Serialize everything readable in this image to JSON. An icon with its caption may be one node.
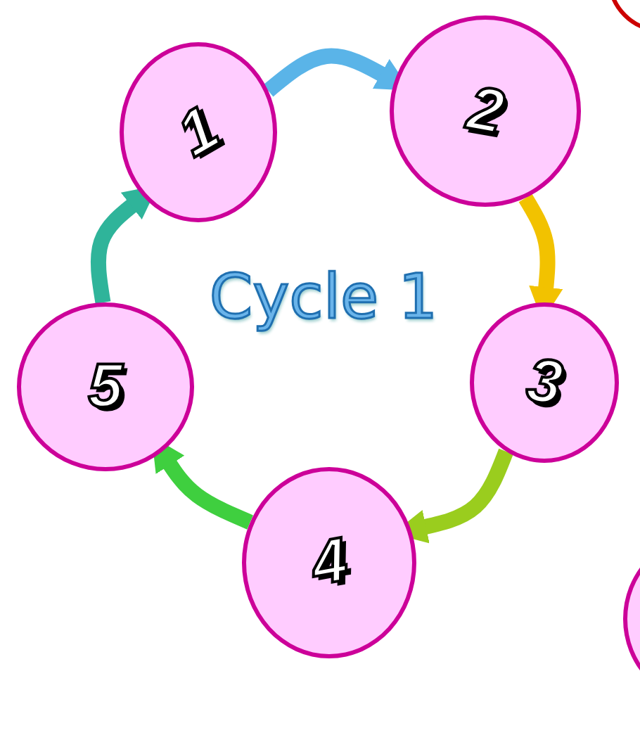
{
  "diagram": {
    "title": "Cycle 1",
    "nodes": [
      {
        "text": [
          "1"
        ]
      },
      {
        "text": [
          "2"
        ]
      },
      {
        "text": [
          "3"
        ]
      },
      {
        "text": [
          "4"
        ]
      },
      {
        "text": [
          "5"
        ]
      },
      {
        "text": [],
        "shape": "circle"
      },
      {
        "text": [],
        "shape": "circle"
      }
    ],
    "edges": [
      {
        "from": 0,
        "to": 1,
        "arrow": "to",
        "color": "#5ab4e8"
      },
      {
        "from": 1,
        "to": 2,
        "arrow": "to",
        "color": "#f2c200"
      },
      {
        "from": 2,
        "to": 3,
        "arrow": "to",
        "color": "#9acd1e"
      },
      {
        "from": 3,
        "to": 4,
        "arrow": "to",
        "color": "#3fcf3f"
      },
      {
        "from": 4,
        "to": 0,
        "arrow": "to",
        "color": "#2fb49a"
      }
    ]
  }
}
